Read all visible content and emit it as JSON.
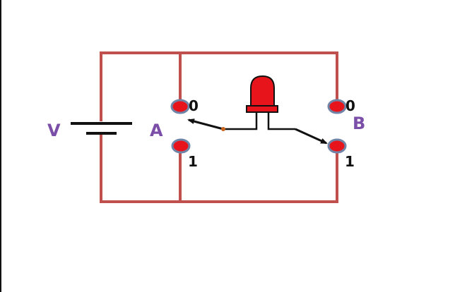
{
  "diagram": {
    "labels": {
      "battery": "V",
      "switch_a": "A",
      "switch_b": "B",
      "a_zero": "0",
      "a_one": "1",
      "b_zero": "0",
      "b_one": "1"
    },
    "colors": {
      "wire": "#c0504d",
      "terminal_fill": "#e8141c",
      "terminal_ring": "#6f84a6",
      "led_body": "#e8141c",
      "label_purple": "#7b4ea8",
      "lever": "#111111",
      "pivot": "#c8641e",
      "border": "#111111"
    }
  }
}
